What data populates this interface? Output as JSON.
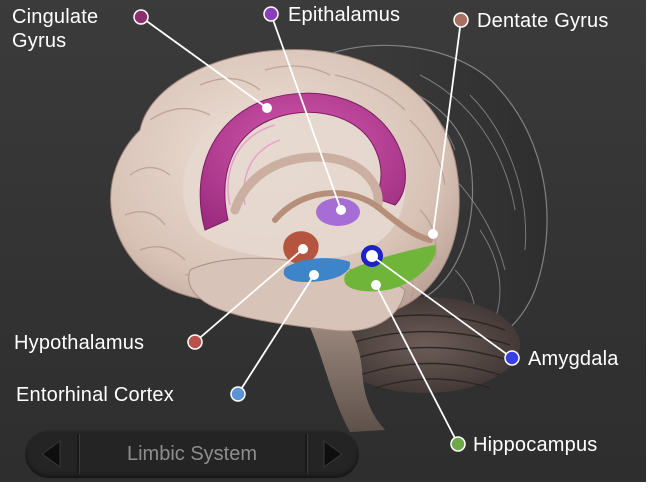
{
  "app": {
    "nav": {
      "title": "Limbic System",
      "prev_icon": "triangle-left-icon",
      "next_icon": "triangle-right-icon"
    },
    "labels": [
      {
        "key": "cingulate-gyrus",
        "line1": "Cingulate",
        "line2": "Gyrus",
        "color": "#8b2f6e"
      },
      {
        "key": "epithalamus",
        "line1": "Epithalamus",
        "color": "#8a3fb8"
      },
      {
        "key": "dentate-gyrus",
        "line1": "Dentate Gyrus",
        "color": "#a87062"
      },
      {
        "key": "hypothalamus",
        "line1": "Hypothalamus",
        "color": "#b8524a"
      },
      {
        "key": "entorhinal-cortex",
        "line1": "Entorhinal Cortex",
        "color": "#5b93d6"
      },
      {
        "key": "amygdala",
        "line1": "Amygdala",
        "color": "#3a3ee6"
      },
      {
        "key": "hippocampus",
        "line1": "Hippocampus",
        "color": "#6ea84a"
      }
    ],
    "colors": {
      "background": "#333333",
      "label_text": "#ffffff",
      "nav_text": "#8e8e8e",
      "leader_line": "#ffffff"
    }
  }
}
